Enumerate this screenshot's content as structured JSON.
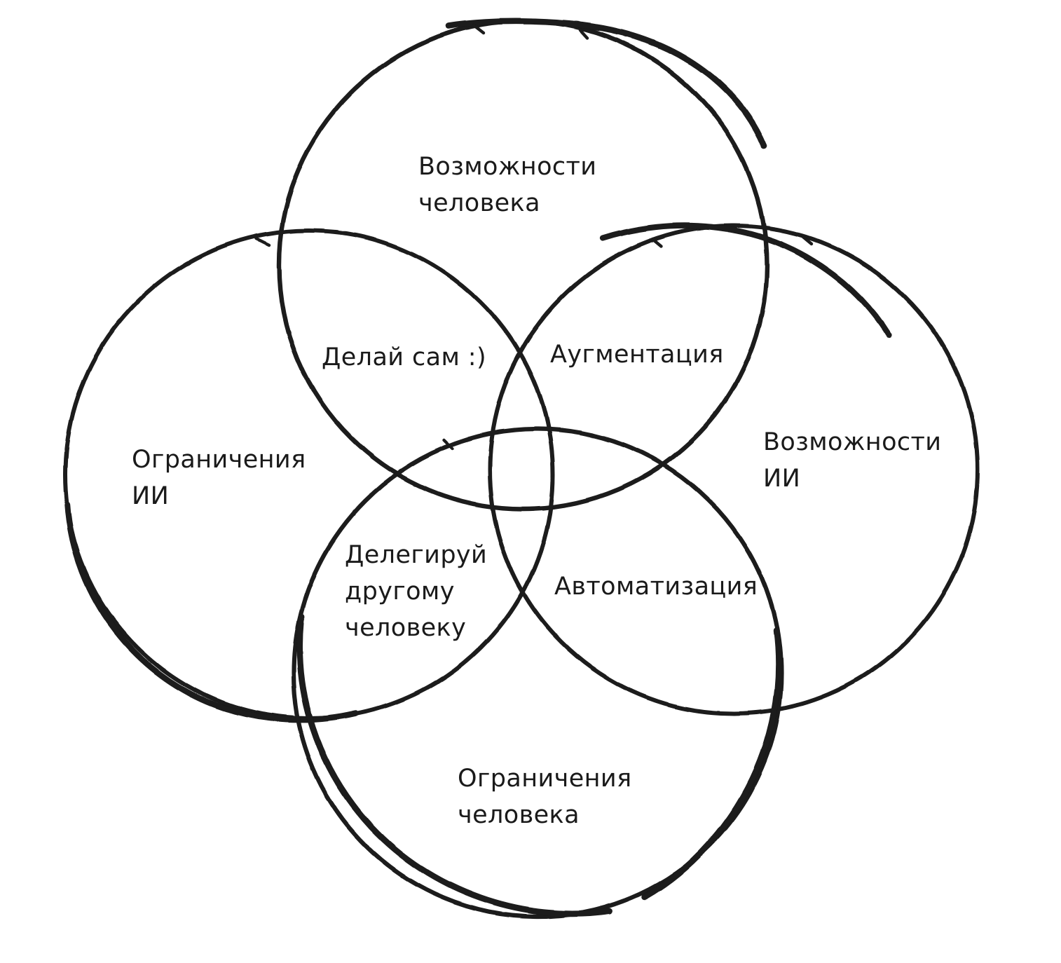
{
  "diagram": {
    "type": "venn",
    "title": "",
    "background_color": "#ffffff",
    "stroke_color": "#1a1a1a",
    "style": "hand-drawn",
    "circle_count": 4,
    "sets": [
      {
        "id": "human-capabilities",
        "label": "Возможности\nчеловека",
        "position": "top"
      },
      {
        "id": "ai-limitations",
        "label": "Ограничения\nИИ",
        "position": "left"
      },
      {
        "id": "ai-capabilities",
        "label": "Возможности\nИИ",
        "position": "right"
      },
      {
        "id": "human-limitations",
        "label": "Ограничения\nчеловека",
        "position": "bottom"
      }
    ],
    "intersections": [
      {
        "id": "do-it-yourself",
        "label": "Делай сам :)",
        "between": [
          "human-capabilities",
          "ai-limitations"
        ]
      },
      {
        "id": "augmentation",
        "label": "Аугментация",
        "between": [
          "human-capabilities",
          "ai-capabilities"
        ]
      },
      {
        "id": "delegate-to-another-human",
        "label": "Делегируй\nдругому\nчеловеку",
        "between": [
          "ai-limitations",
          "human-limitations"
        ]
      },
      {
        "id": "automation",
        "label": "Автоматизация",
        "between": [
          "ai-capabilities",
          "human-limitations"
        ]
      }
    ]
  }
}
